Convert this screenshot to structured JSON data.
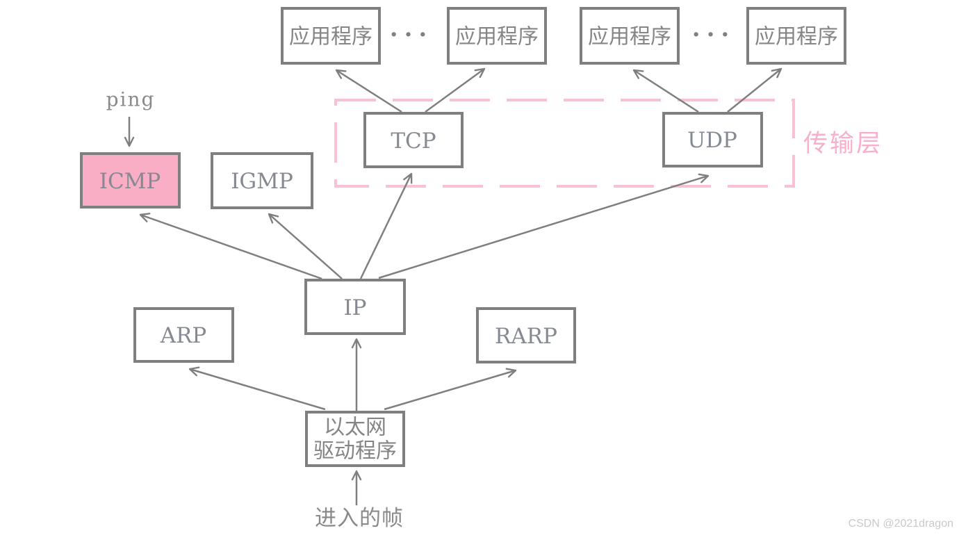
{
  "diagram_title": "TCP/IP protocol stack demultiplexing diagram",
  "colors": {
    "box_border": "#7f7f7f",
    "arrow": "#7f7f7f",
    "label_gray": "#858585",
    "icmp_fill": "#f9aec6",
    "transport_dash": "#f9c2d4",
    "transport_text": "#f9aecb",
    "watermark_gray": "#c9c9c9"
  },
  "nodes": {
    "app1": {
      "label": "应用程序"
    },
    "app2": {
      "label": "应用程序"
    },
    "app3": {
      "label": "应用程序"
    },
    "app4": {
      "label": "应用程序"
    },
    "tcp": {
      "label": "TCP"
    },
    "udp": {
      "label": "UDP"
    },
    "icmp": {
      "label": "ICMP"
    },
    "igmp": {
      "label": "IGMP"
    },
    "ip": {
      "label": "IP"
    },
    "arp": {
      "label": "ARP"
    },
    "rarp": {
      "label": "RARP"
    },
    "ethernet": {
      "line1": "以太网",
      "line2": "驱动程序"
    }
  },
  "labels": {
    "ping": "ping",
    "transport_layer": "传输层",
    "ellipsis_left": "···",
    "ellipsis_right": "···",
    "incoming_frame": "进入的帧",
    "watermark": "CSDN @2021dragon"
  }
}
